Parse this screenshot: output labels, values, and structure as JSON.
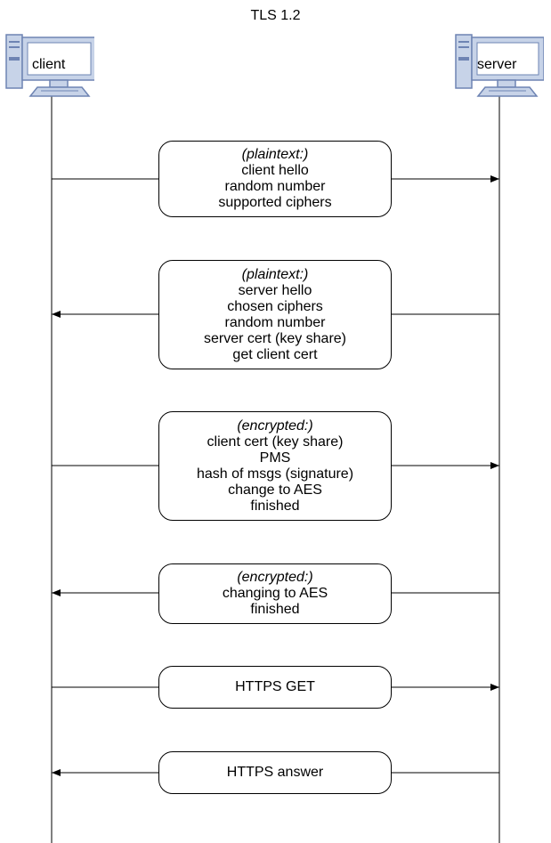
{
  "title": "TLS 1.2",
  "participants": {
    "client": {
      "label": "client",
      "icon": "computer-icon"
    },
    "server": {
      "label": "server",
      "icon": "computer-icon"
    }
  },
  "messages": [
    {
      "direction": "client-to-server",
      "header": "(plaintext:)",
      "lines": [
        "client hello",
        "random number",
        "supported ciphers"
      ]
    },
    {
      "direction": "server-to-client",
      "header": "(plaintext:)",
      "lines": [
        "server hello",
        "chosen ciphers",
        "random number",
        "server cert (key share)",
        "get client cert"
      ]
    },
    {
      "direction": "client-to-server",
      "header": "(encrypted:)",
      "lines": [
        "client cert (key share)",
        "PMS",
        "hash of msgs (signature)",
        "change to AES",
        "finished"
      ]
    },
    {
      "direction": "server-to-client",
      "header": "(encrypted:)",
      "lines": [
        "changing to AES",
        "finished"
      ]
    },
    {
      "direction": "client-to-server",
      "header": "",
      "lines": [
        "HTTPS GET"
      ]
    },
    {
      "direction": "server-to-client",
      "header": "",
      "lines": [
        "HTTPS answer"
      ]
    }
  ],
  "colors": {
    "line": "#000000",
    "computer_fill": "#c7d3e8",
    "computer_stroke": "#6e84b3",
    "screen": "#ffffff"
  }
}
